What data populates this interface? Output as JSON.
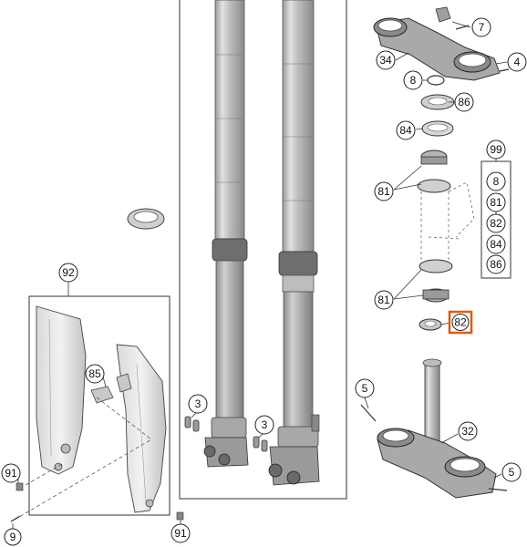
{
  "diagram": {
    "callouts": {
      "c7": "7",
      "c4": "4",
      "c34": "34",
      "c8a": "8",
      "c86a": "86",
      "c84a": "84",
      "c81a": "81",
      "c81b": "81",
      "c92": "92",
      "c85": "85",
      "c3a": "3",
      "c3b": "3",
      "c5a": "5",
      "c5b": "5",
      "c32": "32",
      "c91a": "91",
      "c91b": "91",
      "c9": "9"
    },
    "kit_box": {
      "kit_number": "99",
      "items": [
        "8",
        "81",
        "82",
        "84",
        "86"
      ]
    },
    "highlighted_part": "82",
    "highlight_color": "#e05a10"
  }
}
